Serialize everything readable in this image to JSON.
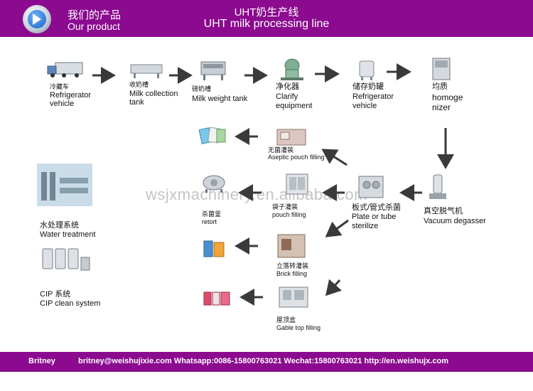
{
  "header": {
    "product_cn": "我们的产品",
    "product_en": "Our product",
    "title_cn": "UHT奶生产线",
    "title_en": "UHT milk processing line"
  },
  "watermark": "wsjxmachinery.en.alibaba.com",
  "steps": {
    "refrigerator_vehicle": {
      "cn": "冷藏车",
      "en1": "Refrigerator",
      "en2": "vehicle"
    },
    "milk_collection": {
      "cn": "收奶槽",
      "en1": "Milk collection",
      "en2": "tank"
    },
    "milk_weight": {
      "cn": "磅奶槽",
      "en1": "Milk weight tank"
    },
    "clarify": {
      "cn": "净化器",
      "en1": "Clarify",
      "en2": "equipment"
    },
    "storage": {
      "cn": "储存奶罐",
      "en1": "Refrigerator",
      "en2": "vehicle"
    },
    "homogenizer": {
      "cn": "均质",
      "en1": "homoge",
      "en2": "nizer"
    },
    "aseptic": {
      "cn": "无菌灌装",
      "en1": "Aseptic pouch filling"
    },
    "pouch": {
      "cn": "袋子灌装",
      "en1": "pouch filling"
    },
    "sterilize": {
      "cn": "板式/管式杀菌",
      "en1": "Plate or tube",
      "en2": "sterilize"
    },
    "degasser": {
      "cn": "真空脱气机",
      "en1": "Vacuum degasser"
    },
    "retort": {
      "cn": "杀菌釜",
      "en1": "retort"
    },
    "brick": {
      "cn": "立落转灌装",
      "en1": "Brick filling"
    },
    "gable": {
      "cn": "屋顶盒",
      "en1": "Gable top filling"
    },
    "water": {
      "cn": "水处理系统",
      "en1": "Water treatment"
    },
    "cip": {
      "cn": "CIP 系统",
      "en1": "CIP clean system"
    }
  },
  "footer": {
    "name": "Britney",
    "contact": "britney@weishujixie.com  Whatsapp:0086-15800763021 Wechat:15800763021 http://en.weishujx.com"
  },
  "colors": {
    "brand": "#8b0a8f",
    "arrow": "#3a3a3a"
  }
}
